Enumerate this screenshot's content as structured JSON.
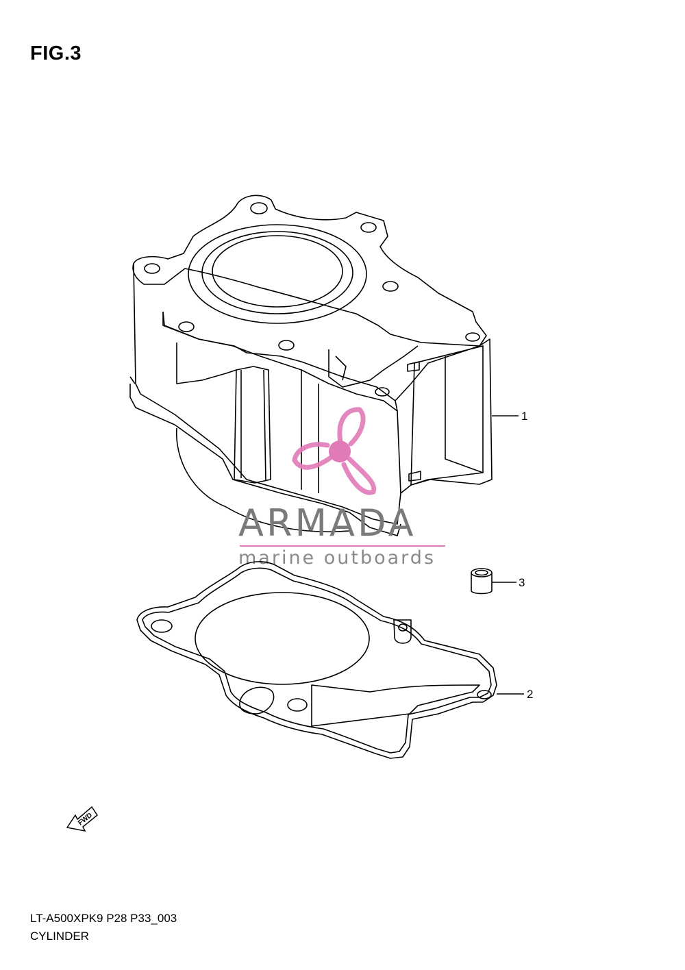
{
  "figure": {
    "title": "FIG.3"
  },
  "callouts": [
    {
      "number": "1",
      "part": "cylinder"
    },
    {
      "number": "2",
      "part": "gasket"
    },
    {
      "number": "3",
      "part": "dowel-pin"
    }
  ],
  "watermark": {
    "brand": "ARMADA",
    "tagline": "marine outboards",
    "accent_color": "#e07bb8",
    "text_color": "#7a7a7a"
  },
  "fwd_marker": {
    "label": "FWD"
  },
  "footer": {
    "model_code": "LT-A500XPK9 P28 P33_003",
    "section_title": "CYLINDER"
  }
}
